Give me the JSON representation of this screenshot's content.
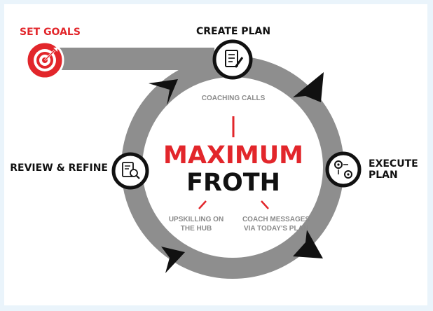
{
  "stages": {
    "set_goals": "SET GOALS",
    "create_plan": "CREATE PLAN",
    "execute_plan": [
      "EXECUTE",
      "PLAN"
    ],
    "review_refine": "REVIEW & REFINE"
  },
  "center": {
    "title_line1": "MAXIMUM",
    "title_line2": "FROTH",
    "top_label": "COACHING CALLS",
    "left_label": [
      "UPSKILLING ON",
      "THE HUB"
    ],
    "right_label": [
      "COACH MESSAGES",
      "VIA TODAY'S PLAN"
    ]
  },
  "colors": {
    "accent_red": "#e2262b",
    "ring_gray": "#8e8e8e",
    "ink": "#111111",
    "muted": "#8a8a8a"
  },
  "icons": {
    "set_goals": "target-icon",
    "create_plan": "document-edit-icon",
    "execute_plan": "gears-icon",
    "review_refine": "document-search-icon"
  }
}
